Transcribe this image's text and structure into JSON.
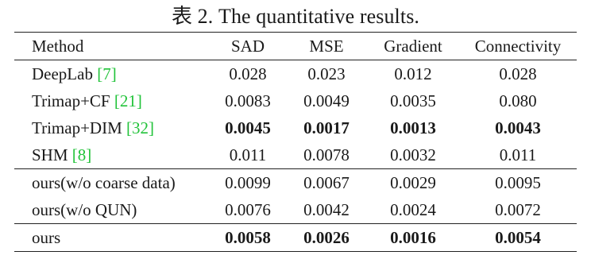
{
  "caption": "表 2. The quantitative results.",
  "table": {
    "headers": [
      "Method",
      "SAD",
      "MSE",
      "Gradient",
      "Connectivity"
    ],
    "rows": [
      {
        "method": "DeepLab",
        "ref": "[7]",
        "values": [
          "0.028",
          "0.023",
          "0.012",
          "0.028"
        ],
        "bold": [
          false,
          false,
          false,
          false
        ]
      },
      {
        "method": "Trimap+CF",
        "ref": "[21]",
        "values": [
          "0.0083",
          "0.0049",
          "0.0035",
          "0.080"
        ],
        "bold": [
          false,
          false,
          false,
          false
        ]
      },
      {
        "method": "Trimap+DIM",
        "ref": "[32]",
        "values": [
          "0.0045",
          "0.0017",
          "0.0013",
          "0.0043"
        ],
        "bold": [
          true,
          true,
          true,
          true
        ]
      },
      {
        "method": "SHM",
        "ref": "[8]",
        "values": [
          "0.011",
          "0.0078",
          "0.0032",
          "0.011"
        ],
        "bold": [
          false,
          false,
          false,
          false
        ]
      },
      {
        "method": "ours(w/o coarse data)",
        "ref": "",
        "values": [
          "0.0099",
          "0.0067",
          "0.0029",
          "0.0095"
        ],
        "bold": [
          false,
          false,
          false,
          false
        ]
      },
      {
        "method": "ours(w/o QUN)",
        "ref": "",
        "values": [
          "0.0076",
          "0.0042",
          "0.0024",
          "0.0072"
        ],
        "bold": [
          false,
          false,
          false,
          false
        ]
      },
      {
        "method": "ours",
        "ref": "",
        "values": [
          "0.0058",
          "0.0026",
          "0.0016",
          "0.0054"
        ],
        "bold": [
          true,
          true,
          true,
          true
        ]
      }
    ]
  },
  "colors": {
    "citation": "#22c33a",
    "text": "#1a1a1a"
  }
}
